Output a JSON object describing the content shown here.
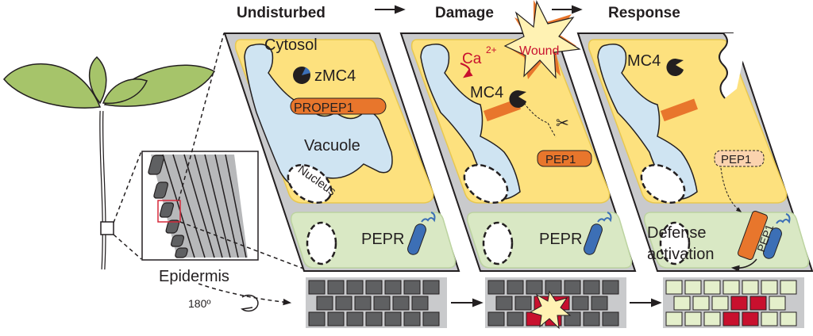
{
  "titles": {
    "undisturbed": "Undisturbed",
    "damage": "Damage",
    "response": "Response"
  },
  "panel1": {
    "cytosol": "Cytosol",
    "zmc4": "zMC4",
    "propep1": "PROPEP1",
    "vacuole": "Vacuole",
    "nucleus": "Nucleus",
    "pepr": "PEPR"
  },
  "panel2": {
    "ca": "Ca",
    "ca_charge": "2+",
    "wound": "Wound",
    "mc4": "MC4",
    "pep1": "PEP1",
    "pepr": "PEPR"
  },
  "panel3": {
    "mc4": "MC4",
    "pep1_released": "PEP1",
    "pep1_bound": "PEP1",
    "defense_line1": "Defense",
    "defense_line2": "activation"
  },
  "left": {
    "epidermis": "Epidermis",
    "rotation": "180º"
  },
  "colors": {
    "cytosol": "#fde17e",
    "vacuole": "#cfe4f2",
    "apoplast": "#d9e8c4",
    "peptide": "#e8762c",
    "receptor": "#3c6fb6",
    "wall": "#c9cacc",
    "dead_cell": "#c8102e",
    "leaf": "#a6c46a"
  }
}
